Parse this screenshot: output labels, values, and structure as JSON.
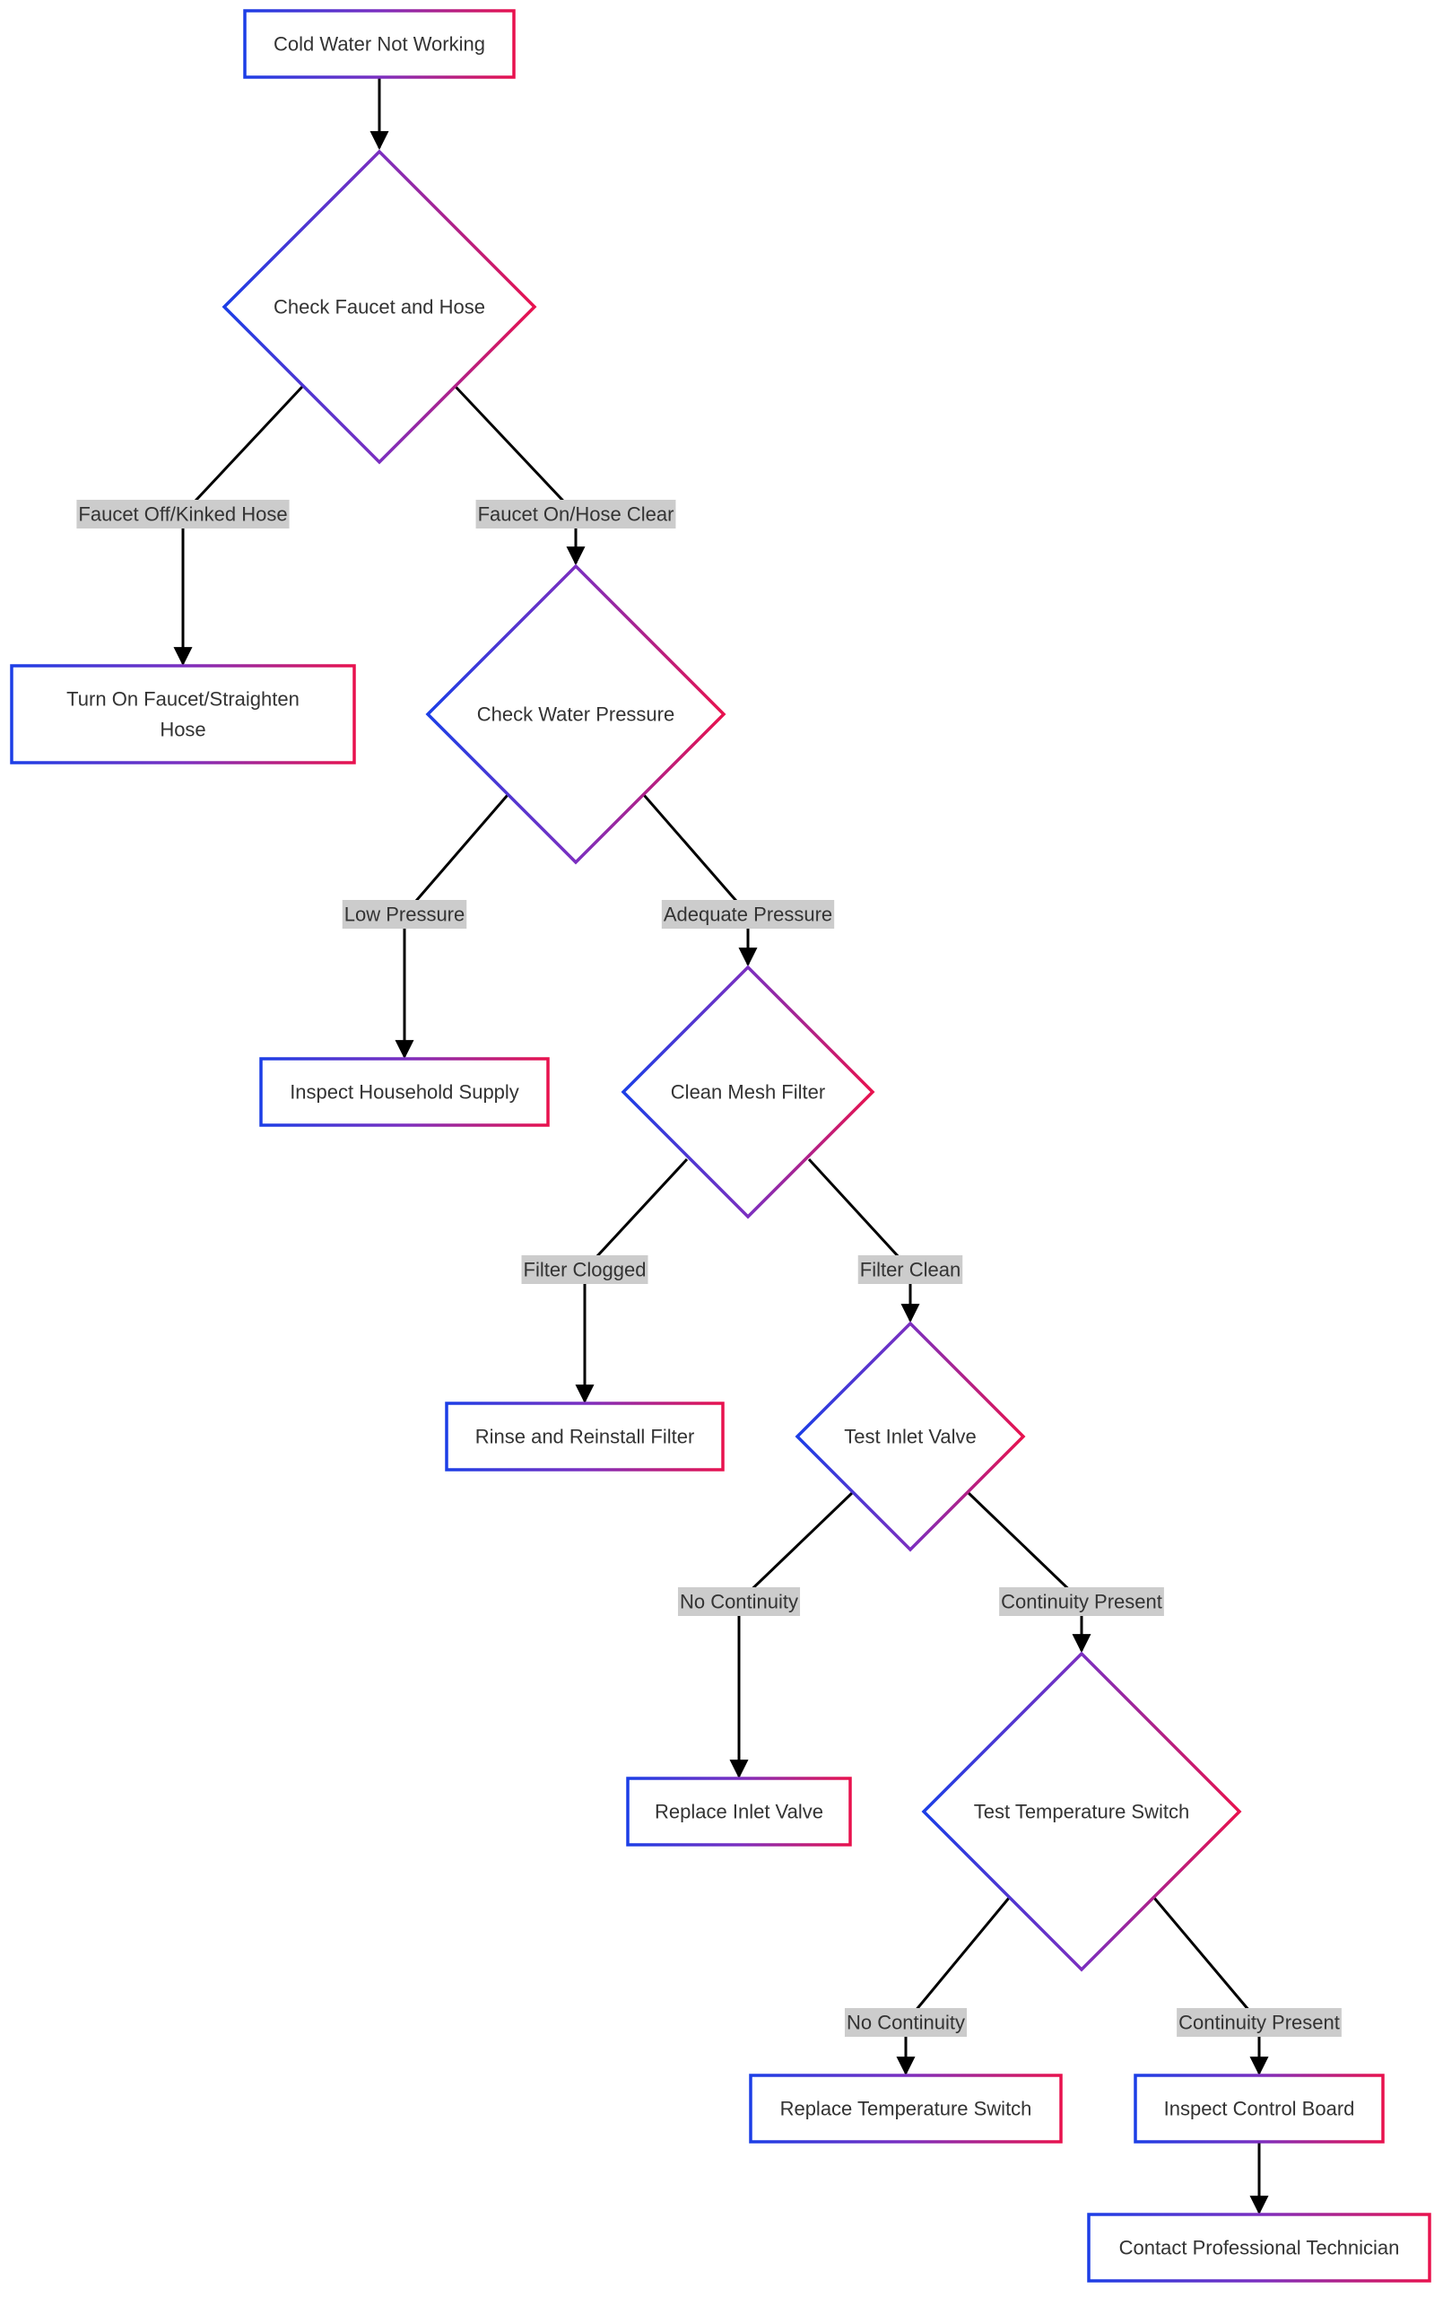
{
  "diagram": {
    "type": "flowchart",
    "colors": {
      "stroke_start": "#1c3ee6",
      "stroke_mid": "#7b2fc0",
      "stroke_end": "#e8124e",
      "label_bg": "#cccccc",
      "text": "#333333",
      "edge": "#000000"
    },
    "nodes": [
      {
        "id": "start",
        "shape": "rect",
        "lines": [
          "Cold Water Not Working"
        ]
      },
      {
        "id": "check_faucet",
        "shape": "diamond",
        "lines": [
          "Check Faucet and Hose"
        ]
      },
      {
        "id": "turn_on",
        "shape": "rect",
        "lines": [
          "Turn On Faucet/Straighten",
          "Hose"
        ]
      },
      {
        "id": "check_pressure",
        "shape": "diamond",
        "lines": [
          "Check Water Pressure"
        ]
      },
      {
        "id": "inspect_supply",
        "shape": "rect",
        "lines": [
          "Inspect Household Supply"
        ]
      },
      {
        "id": "clean_filter",
        "shape": "diamond",
        "lines": [
          "Clean Mesh Filter"
        ]
      },
      {
        "id": "rinse_filter",
        "shape": "rect",
        "lines": [
          "Rinse and Reinstall Filter"
        ]
      },
      {
        "id": "test_valve",
        "shape": "diamond",
        "lines": [
          "Test Inlet Valve"
        ]
      },
      {
        "id": "replace_valve",
        "shape": "rect",
        "lines": [
          "Replace Inlet Valve"
        ]
      },
      {
        "id": "test_switch",
        "shape": "diamond",
        "lines": [
          "Test Temperature Switch"
        ]
      },
      {
        "id": "replace_switch",
        "shape": "rect",
        "lines": [
          "Replace Temperature Switch"
        ]
      },
      {
        "id": "inspect_board",
        "shape": "rect",
        "lines": [
          "Inspect Control Board"
        ]
      },
      {
        "id": "contact_tech",
        "shape": "rect",
        "lines": [
          "Contact Professional Technician"
        ]
      }
    ],
    "edges": [
      {
        "id": "e1",
        "from": "start",
        "to": "check_faucet",
        "label": ""
      },
      {
        "id": "e2",
        "from": "check_faucet",
        "to": "turn_on",
        "label": "Faucet Off/Kinked Hose"
      },
      {
        "id": "e3",
        "from": "check_faucet",
        "to": "check_pressure",
        "label": "Faucet On/Hose Clear"
      },
      {
        "id": "e4",
        "from": "check_pressure",
        "to": "inspect_supply",
        "label": "Low Pressure"
      },
      {
        "id": "e5",
        "from": "check_pressure",
        "to": "clean_filter",
        "label": "Adequate Pressure"
      },
      {
        "id": "e6",
        "from": "clean_filter",
        "to": "rinse_filter",
        "label": "Filter Clogged"
      },
      {
        "id": "e7",
        "from": "clean_filter",
        "to": "test_valve",
        "label": "Filter Clean"
      },
      {
        "id": "e8",
        "from": "test_valve",
        "to": "replace_valve",
        "label": "No Continuity"
      },
      {
        "id": "e9",
        "from": "test_valve",
        "to": "test_switch",
        "label": "Continuity Present"
      },
      {
        "id": "e10",
        "from": "test_switch",
        "to": "replace_switch",
        "label": "No Continuity"
      },
      {
        "id": "e11",
        "from": "test_switch",
        "to": "inspect_board",
        "label": "Continuity Present"
      },
      {
        "id": "e12",
        "from": "inspect_board",
        "to": "contact_tech",
        "label": ""
      }
    ]
  }
}
